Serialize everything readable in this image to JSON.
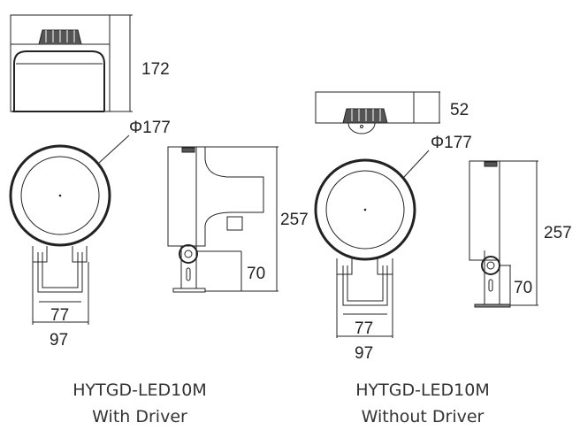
{
  "left": {
    "height_top": "172",
    "diameter": "Φ177",
    "bracket_inner": "77",
    "bracket_outer": "97",
    "height_total": "257",
    "height_mount": "70",
    "model": "HYTGD-LED10M",
    "variant": "With Driver"
  },
  "right": {
    "height_top": "52",
    "diameter": "Φ177",
    "bracket_inner": "77",
    "bracket_outer": "97",
    "height_total": "257",
    "height_mount": "70",
    "model": "HYTGD-LED10M",
    "variant": "Without Driver"
  }
}
